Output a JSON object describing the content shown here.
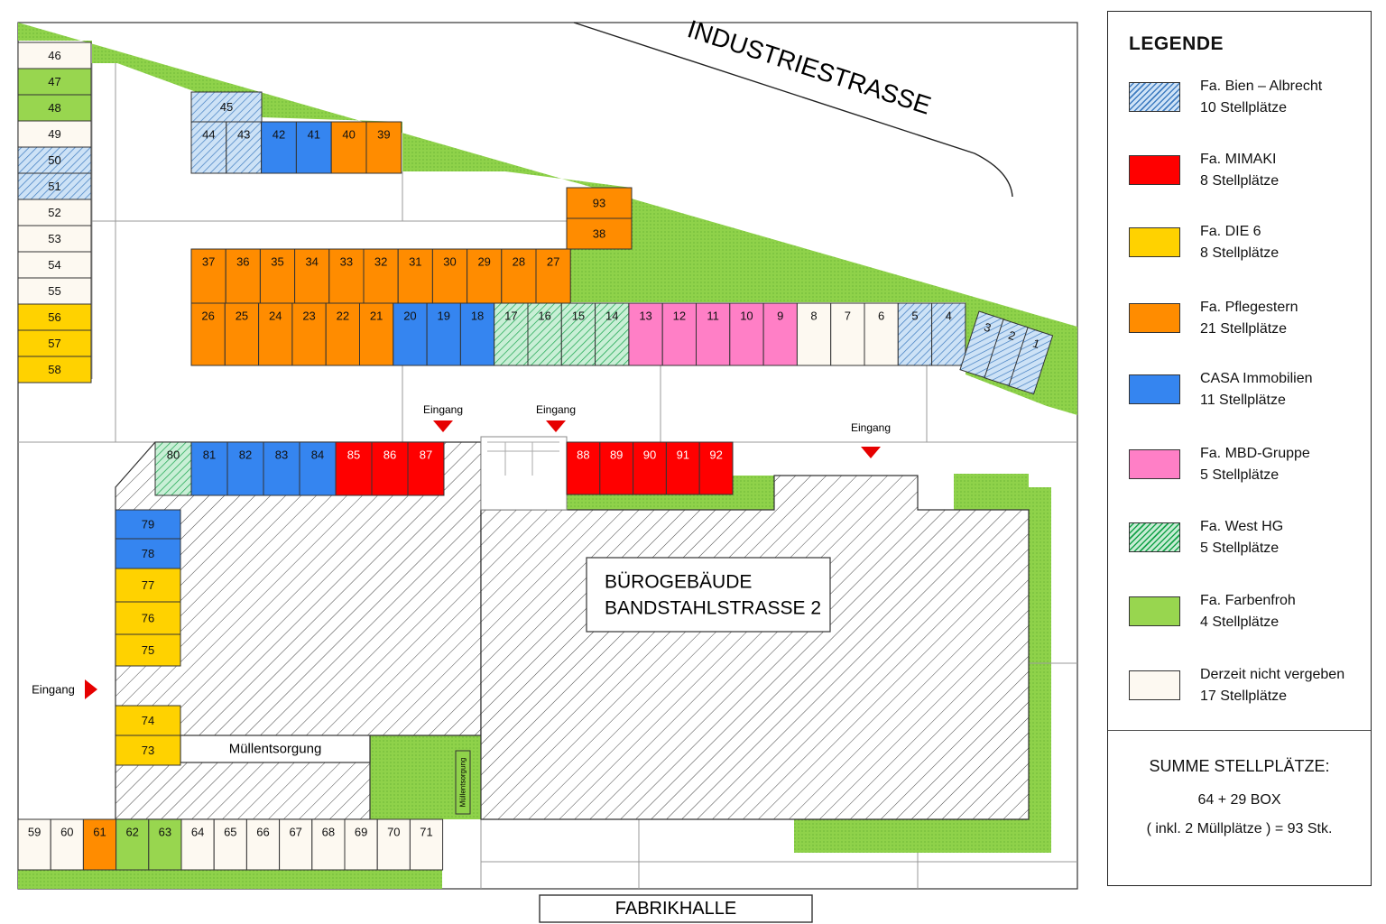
{
  "colors": {
    "bien": "#cde2f6",
    "mimaki": "#ff0000",
    "die6": "#ffd200",
    "pflegestern": "#ff8c00",
    "casa": "#3585f0",
    "mbd": "#ff7fc6",
    "west": "#c9efd6",
    "farbenfroh": "#98d64f",
    "frei": "#fdf9f1",
    "grass": "#8fd24a",
    "entrance": "#e60000"
  },
  "map": {
    "street_label": "INDUSTRIESTRASSE",
    "building_label_line1": "BÜROGEBÄUDE",
    "building_label_line2": "BANDSTAHLSTRASSE 2",
    "factory_label": "FABRIKHALLE",
    "waste_label": "Müllentsorgung",
    "waste_vertical_label": "Müllentsorgung",
    "entrance_label": "Eingang"
  },
  "legend": {
    "title": "LEGENDE",
    "items": [
      {
        "key": "bien",
        "icon": "hatched-blue-swatch",
        "name": "Fa. Bien – Albrecht",
        "count": "10 Stellplätze"
      },
      {
        "key": "mimaki",
        "icon": "red-swatch",
        "name": "Fa. MIMAKI",
        "count": "8 Stellplätze"
      },
      {
        "key": "die6",
        "icon": "yellow-swatch",
        "name": "Fa. DIE 6",
        "count": "8 Stellplätze"
      },
      {
        "key": "pflegestern",
        "icon": "orange-swatch",
        "name": "Fa. Pflegestern",
        "count": "21 Stellplätze"
      },
      {
        "key": "casa",
        "icon": "blue-swatch",
        "name": "CASA Immobilien",
        "count": "11 Stellplätze"
      },
      {
        "key": "mbd",
        "icon": "pink-swatch",
        "name": "Fa. MBD-Gruppe",
        "count": "5 Stellplätze"
      },
      {
        "key": "west",
        "icon": "hatched-green-swatch",
        "name": "Fa. West HG",
        "count": "5 Stellplätze"
      },
      {
        "key": "farbenfroh",
        "icon": "green-swatch",
        "name": "Fa. Farbenfroh",
        "count": "4 Stellplätze"
      },
      {
        "key": "frei",
        "icon": "cream-swatch",
        "name": "Derzeit nicht vergeben",
        "count": "17 Stellplätze"
      }
    ],
    "sum_title": "SUMME STELLPLÄTZE:",
    "sum_line1": "64  +  29 BOX",
    "sum_line2": "( inkl. 2 Müllplätze )  =  93 Stk."
  },
  "spots": {
    "left_column": [
      {
        "n": "46",
        "c": "frei"
      },
      {
        "n": "47",
        "c": "farbenfroh"
      },
      {
        "n": "48",
        "c": "farbenfroh"
      },
      {
        "n": "49",
        "c": "frei"
      },
      {
        "n": "50",
        "c": "bien"
      },
      {
        "n": "51",
        "c": "bien"
      },
      {
        "n": "52",
        "c": "frei"
      },
      {
        "n": "53",
        "c": "frei"
      },
      {
        "n": "54",
        "c": "frei"
      },
      {
        "n": "55",
        "c": "frei"
      },
      {
        "n": "56",
        "c": "die6"
      },
      {
        "n": "57",
        "c": "die6"
      },
      {
        "n": "58",
        "c": "die6"
      }
    ],
    "top_row": [
      {
        "n": "44",
        "c": "bien"
      },
      {
        "n": "43",
        "c": "bien"
      },
      {
        "n": "42",
        "c": "casa"
      },
      {
        "n": "41",
        "c": "casa"
      },
      {
        "n": "40",
        "c": "pflegestern"
      },
      {
        "n": "39",
        "c": "pflegestern"
      }
    ],
    "top_single": {
      "n": "45",
      "c": "bien"
    },
    "block_93_38": [
      {
        "n": "93",
        "c": "pflegestern"
      },
      {
        "n": "38",
        "c": "pflegestern"
      }
    ],
    "middle_upper": [
      {
        "n": "37",
        "c": "pflegestern"
      },
      {
        "n": "36",
        "c": "pflegestern"
      },
      {
        "n": "35",
        "c": "pflegestern"
      },
      {
        "n": "34",
        "c": "pflegestern"
      },
      {
        "n": "33",
        "c": "pflegestern"
      },
      {
        "n": "32",
        "c": "pflegestern"
      },
      {
        "n": "31",
        "c": "pflegestern"
      },
      {
        "n": "30",
        "c": "pflegestern"
      },
      {
        "n": "29",
        "c": "pflegestern"
      },
      {
        "n": "28",
        "c": "pflegestern"
      },
      {
        "n": "27",
        "c": "pflegestern"
      }
    ],
    "middle_lower": [
      {
        "n": "26",
        "c": "pflegestern"
      },
      {
        "n": "25",
        "c": "pflegestern"
      },
      {
        "n": "24",
        "c": "pflegestern"
      },
      {
        "n": "23",
        "c": "pflegestern"
      },
      {
        "n": "22",
        "c": "pflegestern"
      },
      {
        "n": "21",
        "c": "pflegestern"
      },
      {
        "n": "20",
        "c": "casa"
      },
      {
        "n": "19",
        "c": "casa"
      },
      {
        "n": "18",
        "c": "casa"
      },
      {
        "n": "17",
        "c": "west"
      },
      {
        "n": "16",
        "c": "west"
      },
      {
        "n": "15",
        "c": "west"
      },
      {
        "n": "14",
        "c": "west"
      },
      {
        "n": "13",
        "c": "mbd"
      },
      {
        "n": "12",
        "c": "mbd"
      },
      {
        "n": "11",
        "c": "mbd"
      },
      {
        "n": "10",
        "c": "mbd"
      },
      {
        "n": "9",
        "c": "mbd"
      },
      {
        "n": "8",
        "c": "frei"
      },
      {
        "n": "7",
        "c": "frei"
      },
      {
        "n": "6",
        "c": "frei"
      },
      {
        "n": "5",
        "c": "bien"
      },
      {
        "n": "4",
        "c": "bien"
      }
    ],
    "angled": [
      {
        "n": "3",
        "c": "bien"
      },
      {
        "n": "2",
        "c": "bien"
      },
      {
        "n": "1",
        "c": "bien"
      }
    ],
    "building_row_left": [
      {
        "n": "80",
        "c": "west"
      },
      {
        "n": "81",
        "c": "casa"
      },
      {
        "n": "82",
        "c": "casa"
      },
      {
        "n": "83",
        "c": "casa"
      },
      {
        "n": "84",
        "c": "casa"
      },
      {
        "n": "85",
        "c": "mimaki"
      },
      {
        "n": "86",
        "c": "mimaki"
      },
      {
        "n": "87",
        "c": "mimaki"
      }
    ],
    "building_row_right": [
      {
        "n": "88",
        "c": "mimaki"
      },
      {
        "n": "89",
        "c": "mimaki"
      },
      {
        "n": "90",
        "c": "mimaki"
      },
      {
        "n": "91",
        "c": "mimaki"
      },
      {
        "n": "92",
        "c": "mimaki"
      }
    ],
    "west_column": [
      {
        "n": "79",
        "c": "casa"
      },
      {
        "n": "78",
        "c": "casa"
      },
      {
        "n": "77",
        "c": "die6"
      },
      {
        "n": "76",
        "c": "die6"
      },
      {
        "n": "75",
        "c": "die6"
      }
    ],
    "west_lower": [
      {
        "n": "74",
        "c": "die6"
      },
      {
        "n": "73",
        "c": "die6"
      }
    ],
    "bottom_row": [
      {
        "n": "59",
        "c": "frei"
      },
      {
        "n": "60",
        "c": "frei"
      },
      {
        "n": "61",
        "c": "pflegestern"
      },
      {
        "n": "62",
        "c": "farbenfroh"
      },
      {
        "n": "63",
        "c": "farbenfroh"
      },
      {
        "n": "64",
        "c": "frei"
      },
      {
        "n": "65",
        "c": "frei"
      },
      {
        "n": "66",
        "c": "frei"
      },
      {
        "n": "67",
        "c": "frei"
      },
      {
        "n": "68",
        "c": "frei"
      },
      {
        "n": "69",
        "c": "frei"
      },
      {
        "n": "70",
        "c": "frei"
      },
      {
        "n": "71",
        "c": "frei"
      }
    ]
  }
}
